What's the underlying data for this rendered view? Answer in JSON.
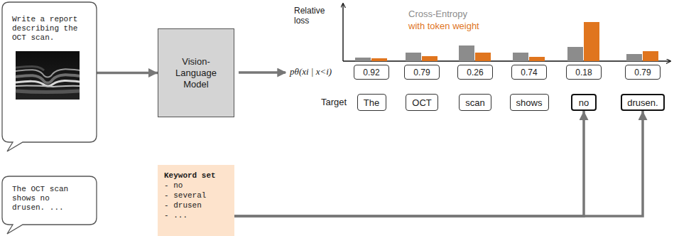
{
  "diagram": {
    "nodes": [
      {
        "text": [
          "Write a report describing the OCT scan."
        ]
      },
      {
        "text": [
          "Vision-Language Model"
        ]
      },
      {
        "text": [
          "0.92"
        ]
      },
      {
        "text": [
          "0.79"
        ]
      },
      {
        "text": [
          "0.26"
        ]
      },
      {
        "text": [
          "0.74"
        ]
      },
      {
        "text": [
          "0.18"
        ]
      },
      {
        "text": [
          "0.79"
        ]
      },
      {
        "text": [
          "The"
        ]
      },
      {
        "text": [
          "OCT"
        ]
      },
      {
        "text": [
          "scan"
        ]
      },
      {
        "text": [
          "shows"
        ]
      },
      {
        "text": [
          "no"
        ]
      },
      {
        "text": [
          "drusen."
        ]
      },
      {
        "text": [
          "The OCT scan shows no drusen. ..."
        ]
      },
      {
        "text": [
          "Keyword set",
          "- no",
          "- several",
          "- drusen",
          "- ..."
        ]
      }
    ],
    "edges": [
      {
        "from": 0,
        "to": 1,
        "arrow": "to"
      },
      {
        "from": 15,
        "to": 12,
        "arrow": "to"
      },
      {
        "from": 15,
        "to": 13,
        "arrow": "to"
      }
    ],
    "labels": [
      "Relative loss",
      "pθ(xi | x<i)",
      "Target"
    ],
    "legend": [
      {
        "text": "Cross-Entropy",
        "color": "#8c8c8c"
      },
      {
        "text": "with token weight",
        "color": "#e0751e"
      }
    ]
  }
}
